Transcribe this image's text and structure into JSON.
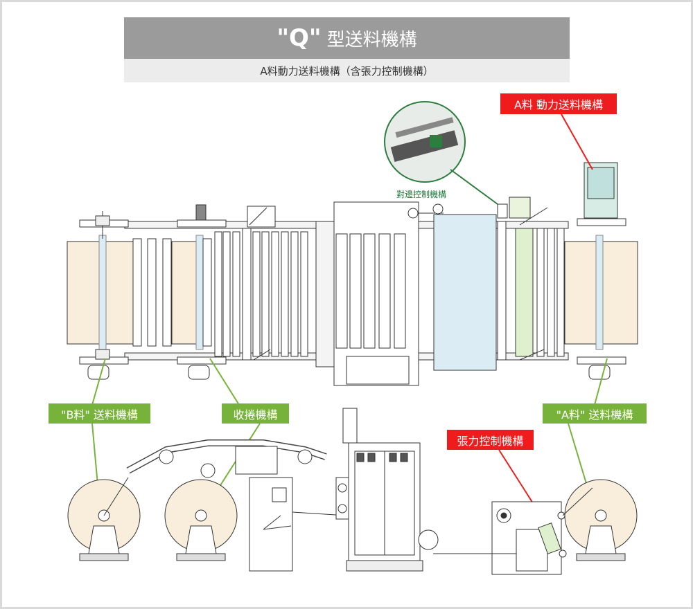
{
  "title": {
    "main_q": "\"Q\"",
    "main_rest": "型送料機構",
    "subtitle": "A料動力送料機構（含張力控制機構）"
  },
  "callouts": {
    "a_power": "A料 動力送料機構",
    "b_feed": "\"B料\" 送料機構",
    "rewind": "收捲機構",
    "a_feed": "\"A料\" 送料機構",
    "tension": "張力控制機構"
  },
  "captions": {
    "edge_control": "對邊控制機構"
  },
  "colors": {
    "title_bg": "#9b9b9b",
    "subtitle_bg": "#ececec",
    "red": "#ee1c1c",
    "green": "#77b33a",
    "material": "#f9eedc",
    "panel": "#dcecf5"
  }
}
